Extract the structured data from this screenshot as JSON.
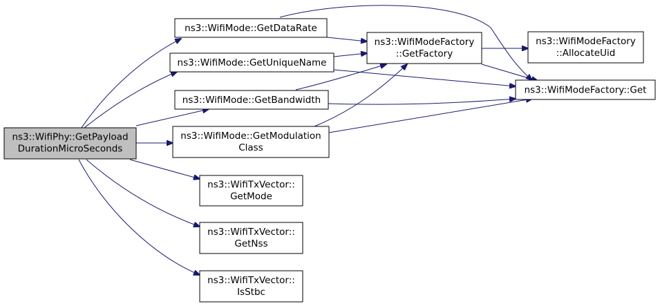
{
  "nodes": {
    "root": {
      "lines": [
        "ns3::WifiPhy::GetPayload",
        "DurationMicroSeconds"
      ]
    },
    "getDataRate": {
      "lines": [
        "ns3::WifiMode::GetDataRate"
      ]
    },
    "getUniqueName": {
      "lines": [
        "ns3::WifiMode::GetUniqueName"
      ]
    },
    "getBandwidth": {
      "lines": [
        "ns3::WifiMode::GetBandwidth"
      ]
    },
    "getModulationClass": {
      "lines": [
        "ns3::WifiMode::GetModulation",
        "Class"
      ]
    },
    "txGetMode": {
      "lines": [
        "ns3::WifiTxVector::",
        "GetMode"
      ]
    },
    "txGetNss": {
      "lines": [
        "ns3::WifiTxVector::",
        "GetNss"
      ]
    },
    "txIsStbc": {
      "lines": [
        "ns3::WifiTxVector::",
        "IsStbc"
      ]
    },
    "getFactory": {
      "lines": [
        "ns3::WifiModeFactory",
        "::GetFactory"
      ]
    },
    "allocateUid": {
      "lines": [
        "ns3::WifiModeFactory",
        "::AllocateUid"
      ]
    },
    "factoryGet": {
      "lines": [
        "ns3::WifiModeFactory::Get"
      ]
    }
  },
  "colors": {
    "edge": "#191970",
    "root_fill": "#bfbfbf",
    "node_fill": "#ffffff",
    "border": "#000000"
  }
}
